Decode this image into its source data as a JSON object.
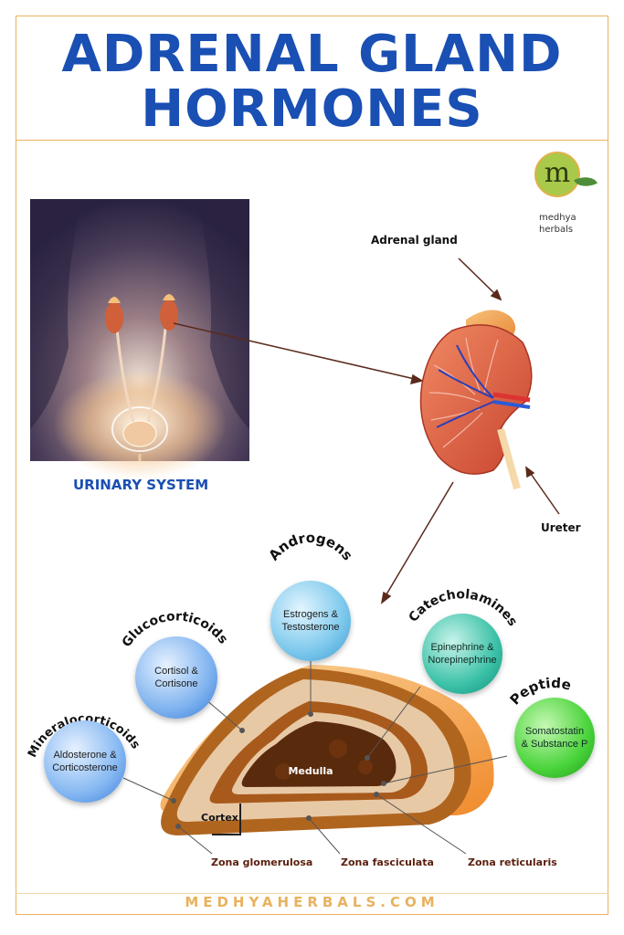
{
  "header": {
    "title_line_1": "ADRENAL GLAND",
    "title_line_2": "HORMONES"
  },
  "brand": {
    "logo_letter": "m",
    "name_line_1": "medhya",
    "name_line_2": "herbals"
  },
  "labels": {
    "urinary_system": "URINARY SYSTEM",
    "adrenal_gland": "Adrenal gland",
    "ureter": "Ureter",
    "medulla": "Medulla",
    "cortex": "Cortex",
    "zona_glomerulosa": "Zona glomerulosa",
    "zona_fasciculata": "Zona fasciculata",
    "zona_reticularis": "Zona reticularis"
  },
  "hormones": {
    "androgens": {
      "title": "Androgens",
      "line_1": "Estrogens &",
      "line_2": "Testosterone"
    },
    "glucocorticoids": {
      "title": "Glucocorticoids",
      "line_1": "Cortisol &",
      "line_2": "Cortisone"
    },
    "catecholamines": {
      "title": "Catecholamines",
      "line_1": "Epinephrine &",
      "line_2": "Norepinephrine"
    },
    "peptides": {
      "title": "Peptide",
      "line_1": "Somatostatin",
      "line_2": "& Substance P"
    },
    "mineralocorticoids": {
      "title": "Mineralocorticoids",
      "line_1": "Aldosterone &",
      "line_2": "Corticosterone"
    }
  },
  "footer": {
    "website": "MEDHYAHERBALS.COM"
  },
  "colors": {
    "title_blue": "#1a4fb3",
    "accent_gold": "#e8b25e",
    "cortex_brown": "#a85a1c",
    "medulla_brown": "#5a2a0c"
  }
}
